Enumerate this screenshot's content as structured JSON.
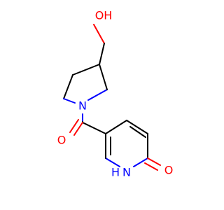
{
  "molecule": {
    "atoms": {
      "hydroxyl": "OH",
      "pyrrolidine_n": "N",
      "carbonyl_o": "O",
      "pyridone_n": "N",
      "pyridone_h": "H",
      "pyridone_o": "O"
    },
    "colors": {
      "oxygen": "#ff0000",
      "nitrogen": "#0000ff",
      "bond": "#000000"
    }
  }
}
